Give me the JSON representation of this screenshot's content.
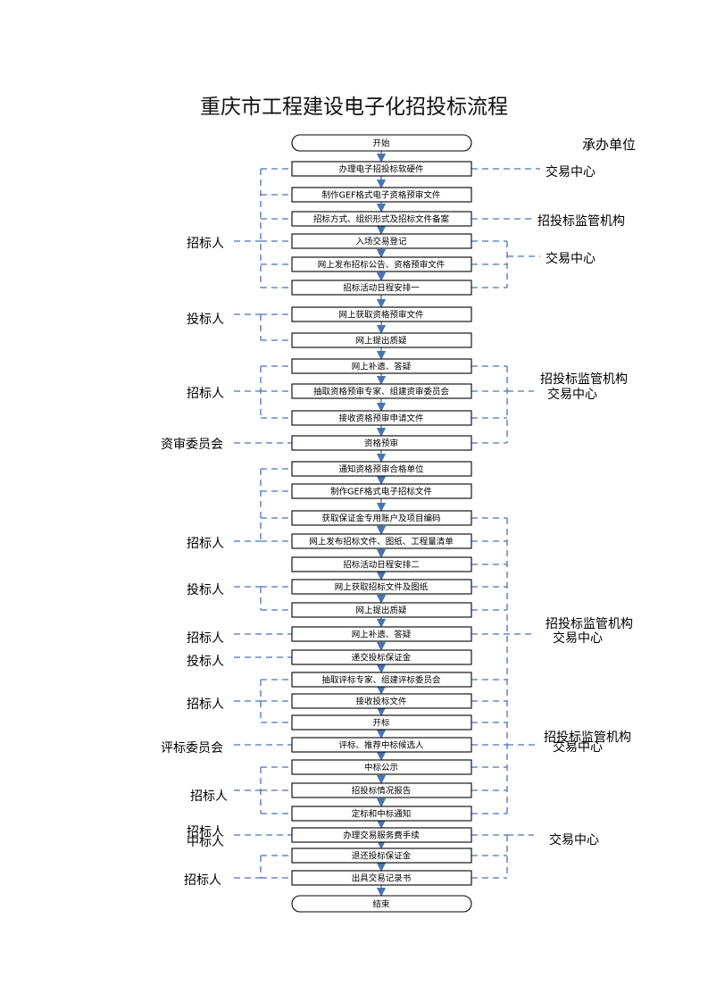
{
  "title": "重庆市工程建设电子化招投标流程",
  "column_header": "承办单位",
  "colors": {
    "box_border": "#000000",
    "arrow": "#4a73b5",
    "dash": "#4a73b5"
  },
  "steps": [
    {
      "label": "开始",
      "shape": "terminal"
    },
    {
      "label": "办理电子招投标软硬件"
    },
    {
      "label": "制作GEF格式电子资格预审文件"
    },
    {
      "label": "招标方式、组织形式及招标文件备案"
    },
    {
      "label": "入场交易登记"
    },
    {
      "label": "网上发布招标公告、资格预审文件"
    },
    {
      "label": "招标活动日程安排一"
    },
    {
      "label": "网上获取资格预审文件"
    },
    {
      "label": "网上提出质疑"
    },
    {
      "label": "网上补遗、答疑"
    },
    {
      "label": "抽取资格预审专家、组建资审委员会"
    },
    {
      "label": "接收资格预审申请文件"
    },
    {
      "label": "资格预审"
    },
    {
      "label": "通知资格预审合格单位"
    },
    {
      "label": "制作GEF格式电子招标文件"
    },
    {
      "label": "获取保证金专用账户及项目编码"
    },
    {
      "label": "网上发布招标文件、图纸、工程量清单"
    },
    {
      "label": "招标活动日程安排二"
    },
    {
      "label": "网上获取招标文件及图纸"
    },
    {
      "label": "网上提出质疑"
    },
    {
      "label": "网上补遗、答疑"
    },
    {
      "label": "递交投标保证金"
    },
    {
      "label": "抽取评标专家、组建评标委员会"
    },
    {
      "label": "接收投标文件"
    },
    {
      "label": "开标"
    },
    {
      "label": "评标、推荐中标候选人"
    },
    {
      "label": "中标公示"
    },
    {
      "label": "招投标情况报告"
    },
    {
      "label": "定标和中标通知"
    },
    {
      "label": "办理交易服务费手续"
    },
    {
      "label": "退还投标保证金"
    },
    {
      "label": "出具交易记录书"
    },
    {
      "label": "结束",
      "shape": "terminal"
    }
  ],
  "left_labels": [
    "招标人",
    "投标人",
    "招标人",
    "资审委员会",
    "招标人",
    "投标人",
    "招标人",
    "投标人",
    "招标人",
    "评标委员会",
    "招标人",
    "招标人",
    "中标人",
    "招标人"
  ],
  "right_labels": [
    "交易中心",
    "招投标监管机构",
    "交易中心",
    "招投标监管机构",
    "交易中心",
    "招投标监管机构",
    "交易中心",
    "招投标监管机构",
    "交易中心",
    "交易中心"
  ]
}
